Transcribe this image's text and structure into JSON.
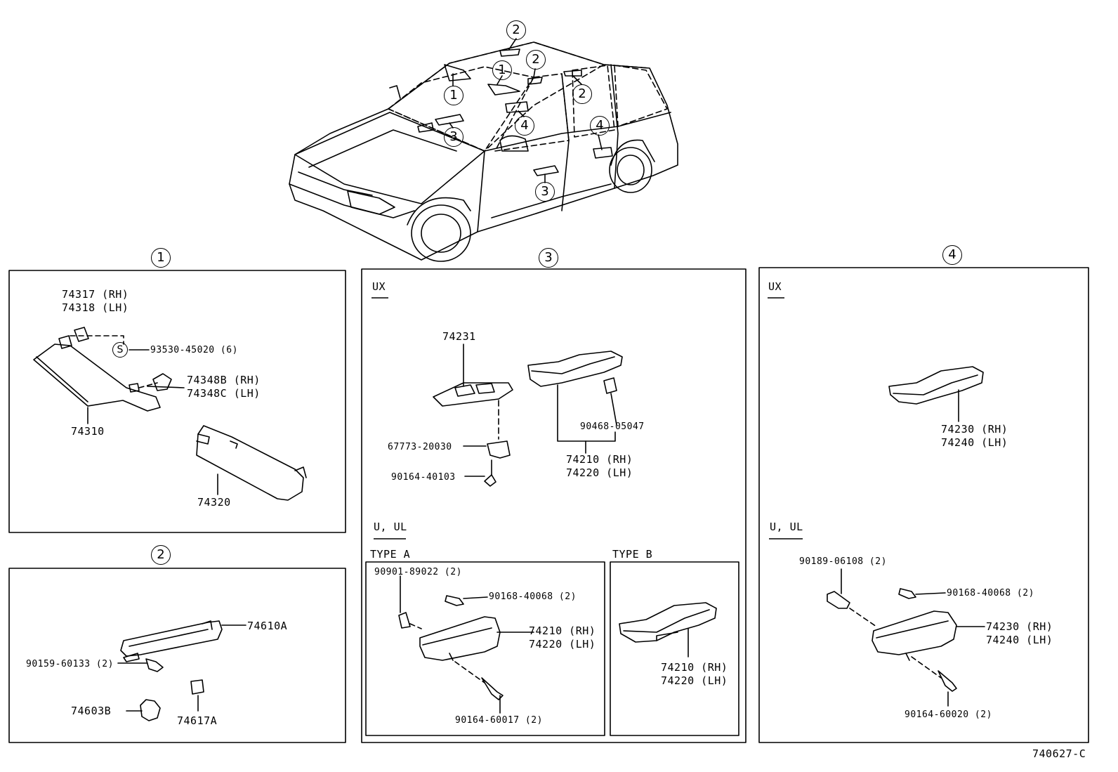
{
  "callouts": {
    "c1": "1",
    "c2": "2",
    "c3": "3",
    "c4": "4"
  },
  "sun_visor_section": {
    "clip_label_rh": "74317 (RH)",
    "clip_label_lh": "74318 (LH)",
    "screw_symbol": "S",
    "screw": "93530-45020 (6)",
    "holder_rh": "74348B (RH)",
    "holder_lh": "74348C (LH)",
    "visor_a": "74310",
    "visor_b": "74320"
  },
  "assist_grip_section": {
    "grip": "74610A",
    "screw": "90159-60133 (2)",
    "clip": "74603B",
    "bracket": "74617A"
  },
  "front_door_section": {
    "ux_label": "UX",
    "switch_base": "74231",
    "pull_rh": "74210 (RH)",
    "pull_lh": "74220 (LH)",
    "clip": "90468-05047",
    "switch": "67773-20030",
    "screw": "90164-40103",
    "u_ul_label": "U, UL",
    "type_a": {
      "label": "TYPE A",
      "nut": "90901-89022 (2)",
      "screw1": "90168-40068 (2)",
      "pull_rh": "74210 (RH)",
      "pull_lh": "74220 (LH)",
      "screw2": "90164-60017 (2)"
    },
    "type_b": {
      "label": "TYPE B",
      "pull_rh": "74210 (RH)",
      "pull_lh": "74220 (LH)"
    }
  },
  "rear_door_section": {
    "ux_label": "UX",
    "pull_rh": "74230 (RH)",
    "pull_lh": "74240 (LH)",
    "u_ul_label": "U, UL",
    "clip": "90189-06108 (2)",
    "screw1": "90168-40068 (2)",
    "pull2_rh": "74230 (RH)",
    "pull2_lh": "74240 (LH)",
    "screw2": "90164-60020 (2)"
  },
  "figure_id": "740627-C"
}
